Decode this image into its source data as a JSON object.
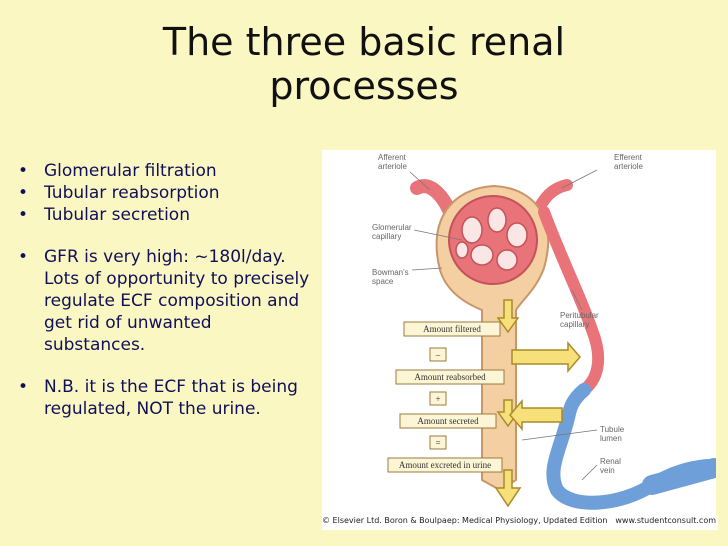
{
  "slide": {
    "title_line1": "The three basic renal",
    "title_line2": "processes",
    "bullets": [
      "Glomerular filtration",
      "Tubular reabsorption",
      "Tubular secretion",
      "GFR is very high: ~180l/day. Lots of opportunity to precisely regulate ECF composition and get rid of unwanted substances.",
      "N.B. it is the ECF that is being regulated, NOT the urine."
    ]
  },
  "figure": {
    "labels": {
      "afferent": [
        "Afferent",
        "arteriole"
      ],
      "efferent": [
        "Efferent",
        "arteriole"
      ],
      "glomerular": [
        "Glomerular",
        "capillary"
      ],
      "bowmans": [
        "Bowman's",
        "space"
      ],
      "peritubular": [
        "Peritubular",
        "capillary"
      ],
      "tubule": [
        "Tubule",
        "lumen"
      ],
      "renal_vein": [
        "Renal",
        "vein"
      ]
    },
    "boxes": {
      "filtered": "Amount filtered",
      "reabsorbed": "Amount reabsorbed",
      "secreted": "Amount secreted",
      "excreted": "Amount excreted in urine"
    },
    "operators": {
      "minus": "–",
      "plus": "+",
      "equals": "="
    },
    "credit_left": "© Elsevier Ltd. Boron & Boulpaep: Medical Physiology, Updated Edition",
    "credit_right": "www.studentconsult.com",
    "colors": {
      "artery": "#e8747a",
      "vein": "#6f9fd8",
      "tubule": "#f4cfa2",
      "arrow": "#f7e07a",
      "box_border": "#9a7b3c"
    }
  }
}
